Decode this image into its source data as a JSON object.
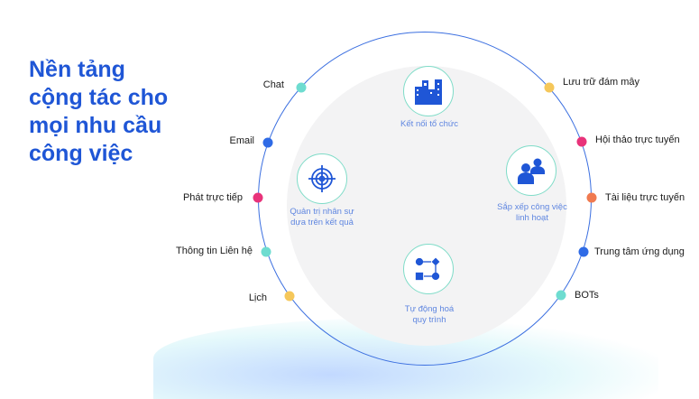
{
  "title": [
    "Nền tảng",
    "cộng tác cho",
    "mọi nhu cầu",
    "công việc"
  ],
  "left_items": [
    {
      "label": "Chat",
      "color": "#6edcd0"
    },
    {
      "label": "Email",
      "color": "#2f6be6"
    },
    {
      "label": "Phát trực tiếp",
      "color": "#e8337a"
    },
    {
      "label": "Thông tin Liên hệ",
      "color": "#6edcd0"
    },
    {
      "label": "Lịch",
      "color": "#f5c75a"
    }
  ],
  "right_items": [
    {
      "label": "Lưu trữ đám mây",
      "color": "#f5c75a"
    },
    {
      "label": "Hội thảo trực tuyến",
      "color": "#e8337a"
    },
    {
      "label": "Tài liệu trực tuyến",
      "color": "#f07a50"
    },
    {
      "label": "Trung tâm ứng dụng",
      "color": "#2f6be6"
    },
    {
      "label": "BOTs",
      "color": "#6edcd0"
    }
  ],
  "features": [
    {
      "icon": "buildings-icon",
      "lines": [
        "Kết nối tổ chức"
      ]
    },
    {
      "icon": "target-icon",
      "lines": [
        "Quản trị nhân sự",
        "dựa trên kết quả"
      ]
    },
    {
      "icon": "people-icon",
      "lines": [
        "Sắp xếp công việc",
        "linh hoạt"
      ]
    },
    {
      "icon": "workflow-icon",
      "lines": [
        "Tự động hoá",
        "quy trình"
      ]
    }
  ],
  "colors": {
    "accent": "#1f56d6",
    "ring": "#3b6fe0",
    "feature_text": "#5f86e0"
  }
}
